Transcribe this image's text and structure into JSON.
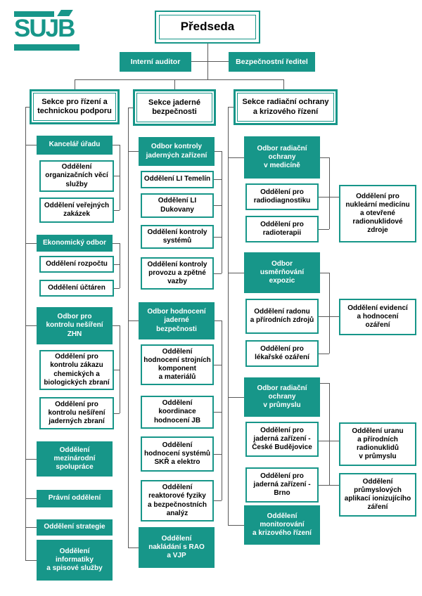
{
  "colors": {
    "teal": "#179689",
    "line": "#595959"
  },
  "logo": {
    "text": "SUJB"
  },
  "nodes": {
    "predseda": "Předseda",
    "interni_auditor": "Interní auditor",
    "bezpecnostni_reditel": "Bezpečnostní ředitel",
    "sekce_rizeni": "Sekce pro řízení a\ntechnickou podporu",
    "sekce_jaderne": "Sekce jaderné\nbezpečnosti",
    "sekce_radiacni": "Sekce radiační ochrany\na krizového řízení",
    "kancelar": "Kancelář úřadu",
    "odd_organizacnich": "Oddělení\norganizačních věcí\nslužby",
    "odd_verejnych": "Oddělení veřejných\nzakázek",
    "ekonomicky": "Ekonomický odbor",
    "odd_rozpoctu": "Oddělení rozpočtu",
    "odd_uctaren": "Oddělení účtáren",
    "odbor_zhn": "Odbor pro\nkontrolu nešíření\nZHN",
    "odd_chem_biol": "Oddělení pro\nkontrolu zákazu\nchemických a\nbiologických zbraní",
    "odd_jadernych_zbrani": "Oddělení pro\nkontrolu nešíření\njaderných zbraní",
    "odd_mezinarodni": "Oddělení\nmezinárodní\nspolupráce",
    "pravni_oddeleni": "Právní oddělení",
    "odd_strategie": "Oddělení strategie",
    "odd_informatiky": "Oddělení\ninformatiky\na spisové služby",
    "odbor_kontroly_jz": "Odbor kontroly\njaderných zařízení",
    "odd_li_temelin": "Oddělení LI Temelín",
    "odd_li_dukovany": "Oddělení LI\nDukovany",
    "odd_kontroly_systemu": "Oddělení kontroly\nsystémů",
    "odd_kontroly_provozu": "Oddělení kontroly\nprovozu a zpětné\nvazby",
    "odbor_hodnoceni_jb": "Odbor hodnocení\njaderné\nbezpečnosti",
    "odd_strojnich": "Oddělení\nhodnocení strojních\nkomponent\na materiálů",
    "odd_koordinace": "Oddělení\nkoordinace\nhodnocení JB",
    "odd_skr": "Oddělení\nhodnocení systémů\nSKŘ a elektro",
    "odd_reaktorove": "Oddělení\nreaktorové fyziky\na bezpečnostních\nanalýz",
    "odd_rao": "Oddělení\nnakládání s RAO\na VJP",
    "odbor_ro_medicina": "Odbor radiační\nochrany\nv medicíně",
    "odd_radiodiagnostika": "Oddělení pro\nradiodiagnostiku",
    "odd_radioterapie": "Oddělení pro\nradioterapii",
    "odd_nuklearni": "Oddělení pro\nnukleární medicínu\na otevřené\nradionuklidové\nzdroje",
    "odbor_usmernovani": "Odbor\nusměrňování\nexpozic",
    "odd_radonu": "Oddělení radonu\na přírodních zdrojů",
    "odd_lekarske": "Oddělení pro\nlékařské ozáření",
    "odd_evidenci": "Oddělení evidencí\na hodnocení\nozáření",
    "odbor_ro_prumysl": "Odbor radiační\nochrany\nv průmyslu",
    "odd_jz_budejovice": "Oddělení pro\njaderná zařízení -\nČeské Budějovice",
    "odd_jz_brno": "Oddělení pro\njaderná zařízení -\nBrno",
    "odd_uranu": "Oddělení uranu\na přírodních\nradionuklidů\nv průmyslu",
    "odd_prumyslovych": "Oddělení\nprůmyslových\naplikací ionizujícího\nzáření",
    "odd_monitorovani": "Oddělení\nmonitorování\na krizového řízení"
  }
}
